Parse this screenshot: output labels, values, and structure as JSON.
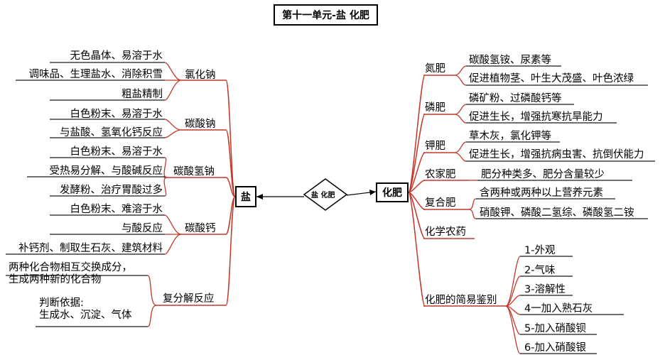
{
  "title": "第十一单元-盐 化肥",
  "center_label": "盐 化肥",
  "salt": {
    "label": "盐",
    "groups": [
      {
        "label": "氯化钠",
        "items": [
          "无色晶体、易溶于水",
          "调味品、生理盐水、消除积雪",
          "粗盐精制"
        ]
      },
      {
        "label": "碳酸钠",
        "items": [
          "白色粉末、易溶于水",
          "与盐酸、氢氧化钙反应"
        ]
      },
      {
        "label": "碳酸氢钠",
        "items": [
          "白色粉末、易溶于水",
          "受热易分解、与酸碱反应",
          "发酵粉、治疗胃酸过多"
        ]
      },
      {
        "label": "碳酸钙",
        "items": [
          "白色粉末、难溶于水",
          "与酸反应",
          "补钙剂、制取生石灰、建筑材料"
        ]
      },
      {
        "label": "复分解反应",
        "items": [
          "两种化合物相互交换成分，\n生成两种新的化合物",
          "判断依据:\n生成水、沉淀、气体"
        ]
      }
    ]
  },
  "fert": {
    "label": "化肥",
    "groups": [
      {
        "label": "氮肥",
        "items": [
          "碳酸氢铵、尿素等",
          "促进植物茎、叶生大茂盛、叶色浓绿"
        ]
      },
      {
        "label": "磷肥",
        "items": [
          "磷矿粉、过磷酸钙等",
          "促进生长，增强抗寒抗旱能力"
        ]
      },
      {
        "label": "钾肥",
        "items": [
          "草木灰，氯化钾等",
          "促进生长，增强抗病虫害、抗倒伏能力"
        ]
      },
      {
        "label": "农家肥",
        "items": [
          "肥分种类多、肥分含量较少"
        ]
      },
      {
        "label": "复合肥",
        "items": [
          "含两种或两种以上营养元素",
          "硝酸钾、磷酸二氢综、磷酸氢二铵"
        ]
      },
      {
        "label": "化学农药",
        "items": []
      },
      {
        "label": "化肥的简易鉴别",
        "items": [
          "1-外观",
          "2-气味",
          "3-溶解性",
          "4一加入熟石灰",
          "5-加入硝酸钡",
          "6-加入硝酸银"
        ]
      }
    ]
  },
  "colors": {
    "branch": "#c0392b",
    "underline": "#1a1a1a",
    "text": "#000000"
  }
}
